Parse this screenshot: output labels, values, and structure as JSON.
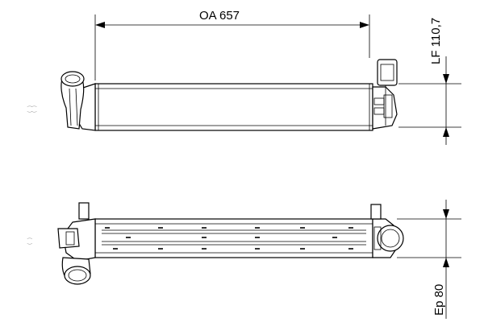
{
  "dimensions": {
    "overall_length": "OA 657",
    "core_height": "LF 110,7",
    "core_depth": "Ep 80"
  }
}
